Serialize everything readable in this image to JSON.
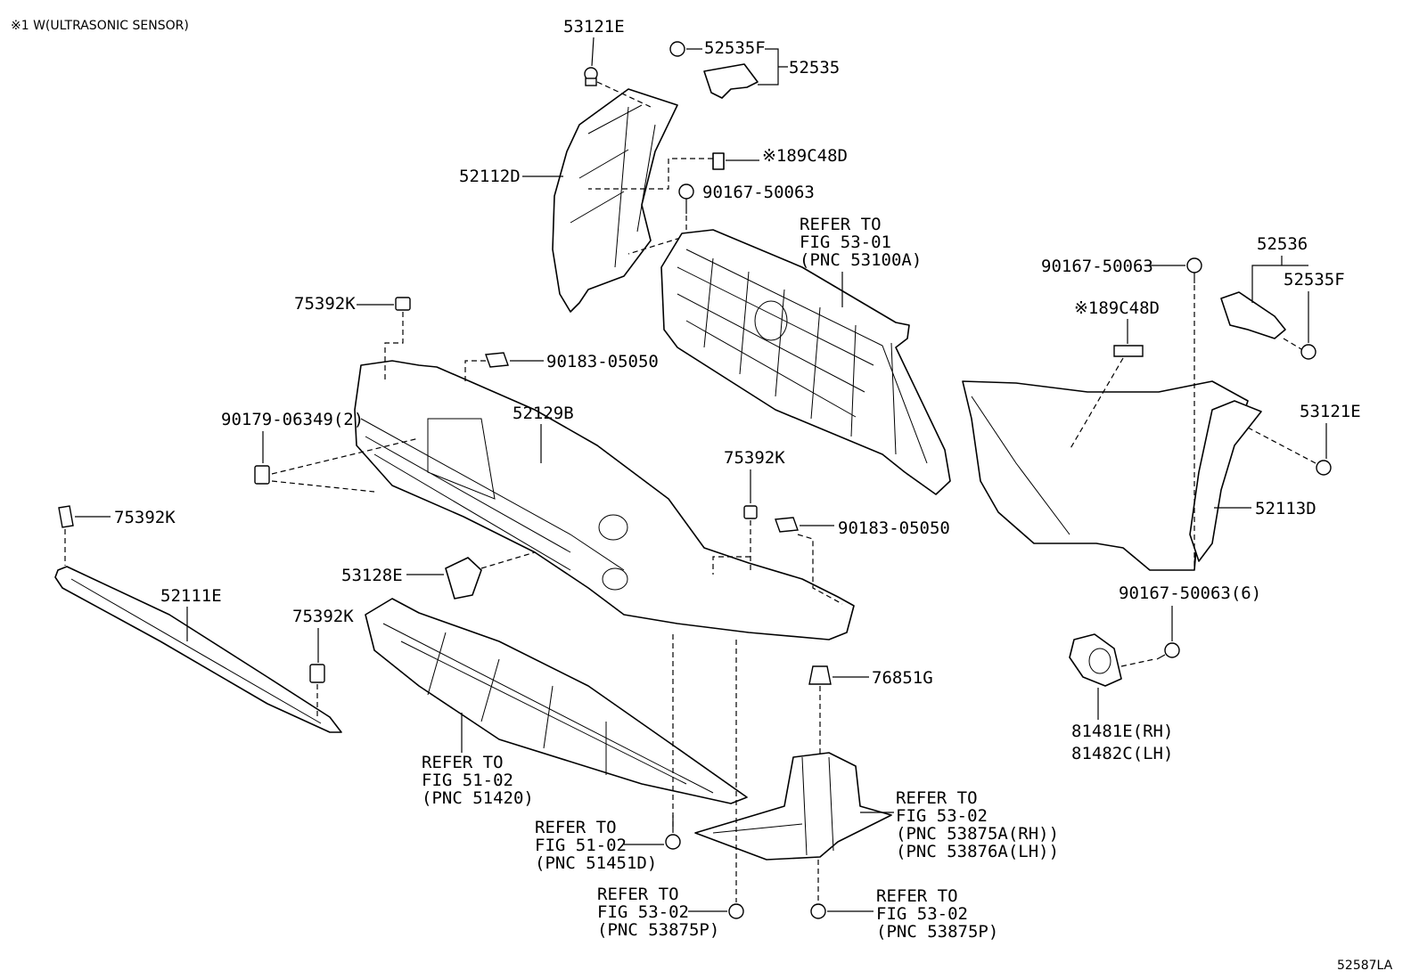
{
  "header_note": "※1 W(ULTRASONIC SENSOR)",
  "figure_code": "52587LA",
  "labels": {
    "p53121e_l": "53121E",
    "p52535f_t": "52535F",
    "p52535": "52535",
    "p89c48d_l": "※189C48D",
    "p52112d": "52112D",
    "p90167_l": "90167-50063",
    "ref_grille_1": "REFER TO",
    "ref_grille_2": "FIG 53-01",
    "ref_grille_3": "(PNC 53100A)",
    "p75392k_a": "75392K",
    "p90183_l": "90183-05050",
    "p90179": "90179-06349(2)",
    "p52129b": "52129B",
    "p75392k_b": "75392K",
    "p75392k_c": "75392K",
    "p90183_r": "90183-05050",
    "p53128e": "53128E",
    "p52111e": "52111E",
    "p75392k_d": "75392K",
    "p76851g": "76851G",
    "ref_under_1": "REFER TO",
    "ref_under_2": "FIG 51-02",
    "ref_under_3": "(PNC 51420)",
    "ref_bolt1_1": "REFER TO",
    "ref_bolt1_2": "FIG 51-02",
    "ref_bolt1_3": "(PNC 51451D)",
    "ref_bolt2_1": "REFER TO",
    "ref_bolt2_2": "FIG 53-02",
    "ref_bolt2_3": "(PNC 53875P)",
    "ref_bolt3_1": "REFER TO",
    "ref_bolt3_2": "FIG 53-02",
    "ref_bolt3_3": "(PNC 53875P)",
    "ref_liner_1": "REFER TO",
    "ref_liner_2": "FIG 53-02",
    "ref_liner_3": "(PNC 53875A(RH))",
    "ref_liner_4": "(PNC 53876A(LH))",
    "p90167_r": "90167-50063",
    "p52536": "52536",
    "p52535f_r": "52535F",
    "p89c48d_r": "※189C48D",
    "p53121e_r": "53121E",
    "p52113d": "52113D",
    "p90167_6": "90167-50063(6)",
    "p81481e": "81481E(RH)",
    "p81482c": "81482C(LH)"
  }
}
